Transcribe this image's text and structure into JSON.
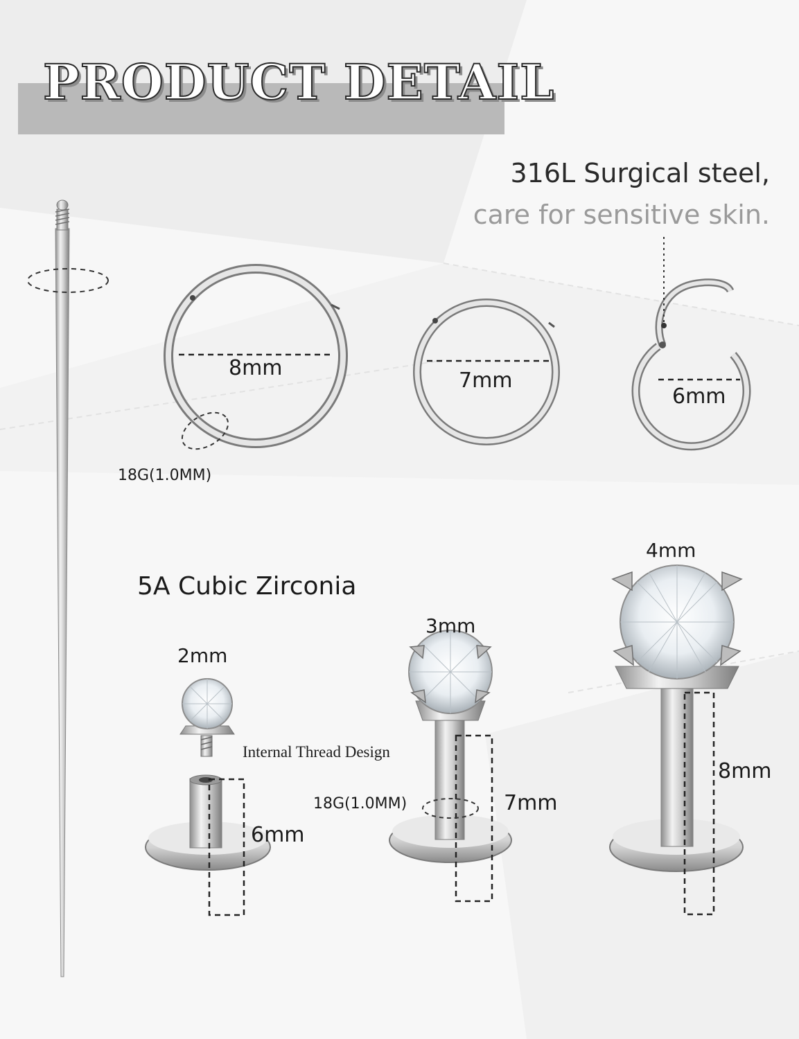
{
  "title": "PRODUCT DETAIL",
  "features": {
    "material_line1": "316L Surgical steel,",
    "material_line2": "care for sensitive skin.",
    "stone": "5A Cubic Zirconia",
    "thread": "Internal Thread Design"
  },
  "rings": [
    {
      "diameter": "8mm"
    },
    {
      "diameter": "7mm"
    },
    {
      "diameter": "6mm"
    }
  ],
  "ring_gauge": "18G(1.0MM)",
  "studs": [
    {
      "stone_size": "2mm",
      "bar_length": "6mm"
    },
    {
      "stone_size": "3mm",
      "bar_length": "7mm"
    },
    {
      "stone_size": "4mm",
      "bar_length": "8mm"
    }
  ],
  "stud_gauge": "18G(1.0MM)",
  "colors": {
    "steel": "#c8c8c8",
    "title_band": "#b9b9b9",
    "background": "#f7f7f7",
    "highlight_text": "#9a9a9a"
  }
}
